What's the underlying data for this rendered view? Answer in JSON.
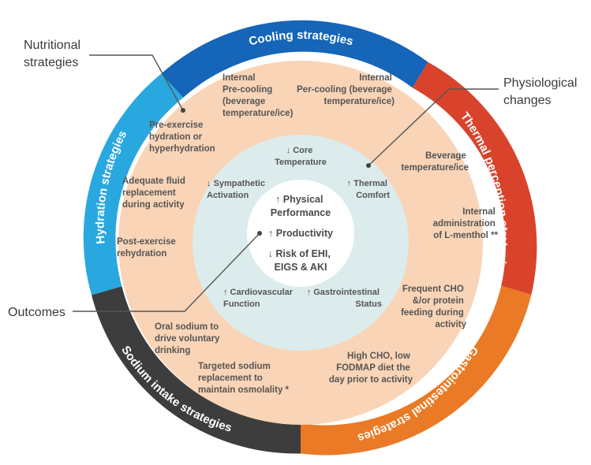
{
  "ring_colors": {
    "cooling": "#1565b8",
    "thermal": "#d9432c",
    "gastro": "#ea7a25",
    "sodium": "#3d3d3d",
    "hydration": "#29a8df",
    "band": "#f9d4b6",
    "inner": "#dcecec",
    "core": "#ffffff"
  },
  "segments": {
    "cooling": "Cooling strategies",
    "thermal": "Thermal perception strategies",
    "gastro": "Gastrointestinal strategies",
    "sodium": "Sodium intake strategies",
    "hydration": "Hydration strategies"
  },
  "external_labels": {
    "nutritional": [
      "Nutritional",
      "strategies"
    ],
    "physiological": [
      "Physiological",
      "changes"
    ],
    "outcomes": "Outcomes"
  },
  "strategies": {
    "internal_precooling": [
      "Internal",
      "Pre-cooling",
      "(beverage",
      "temperature/ice)"
    ],
    "internal_percooling": [
      "Internal",
      "Per-cooling (beverage",
      "temperature/ice)"
    ],
    "beverage_temperature": [
      "Beverage",
      "temperature/ice"
    ],
    "l_menthol": [
      "Internal",
      "administration",
      "of L-menthol **"
    ],
    "frequent_cho": [
      "Frequent CHO",
      "&/or protein",
      "feeding during",
      "activity"
    ],
    "high_cho": [
      "High CHO, low",
      "FODMAP diet the",
      "day prior to activity"
    ],
    "targeted_sodium": [
      "Targeted sodium",
      "replacement to",
      "maintain osmolality *"
    ],
    "oral_sodium": [
      "Oral sodium to",
      "drive voluntary",
      "drinking"
    ],
    "post_exercise": [
      "Post-exercise",
      "rehydration"
    ],
    "adequate_fluid": [
      "Adequate fluid",
      "replacement",
      "during activity"
    ],
    "pre_exercise": [
      "Pre-exercise",
      "hydration or",
      "hyperhydration"
    ]
  },
  "physiological_changes": {
    "core_temperature": [
      "↓ Core",
      "Temperature"
    ],
    "thermal_comfort": [
      "↑ Thermal",
      "Comfort"
    ],
    "gastrointestinal": [
      "↑ Gastrointestinal",
      "Status"
    ],
    "cardiovascular": [
      "↑ Cardiovascular",
      "Function"
    ],
    "sympathetic": [
      "↓ Sympathetic",
      "Activation"
    ]
  },
  "outcomes": {
    "physical_performance": [
      "↑ Physical",
      "Performance"
    ],
    "productivity": "↑ Productivity",
    "risk": [
      "↓ Risk of EHI,",
      "EIGS & AKI"
    ]
  }
}
